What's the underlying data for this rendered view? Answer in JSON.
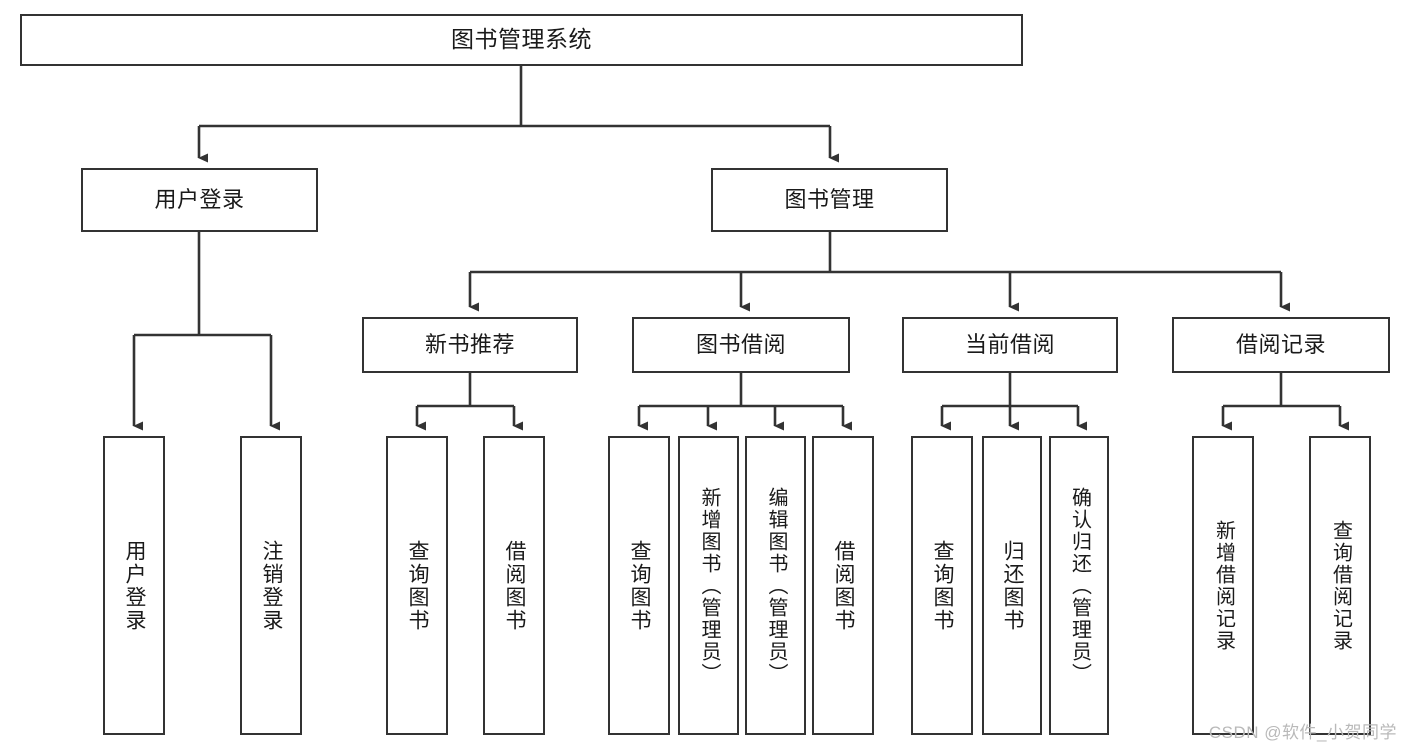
{
  "diagram": {
    "title": "图书管理系统",
    "type": "tree-hierarchy",
    "colors": {
      "box_border": "#333333",
      "box_fill": "#ffffff",
      "edge": "#333333",
      "text": "#1a1a1a",
      "watermark": "#b9b9b9",
      "background": "#ffffff"
    },
    "watermark": "CSDN @软件_小贺同学"
  },
  "nodes": {
    "root": {
      "label": "图书管理系统",
      "level": 1
    },
    "level2": [
      {
        "id": "user-login",
        "label": "用户登录",
        "level": 2
      },
      {
        "id": "book-manage",
        "label": "图书管理",
        "level": 2
      }
    ],
    "level3": [
      {
        "id": "new-book-recommend",
        "label": "新书推荐",
        "level": 3
      },
      {
        "id": "book-borrow",
        "label": "图书借阅",
        "level": 3
      },
      {
        "id": "current-borrow",
        "label": "当前借阅",
        "level": 3
      },
      {
        "id": "borrow-record",
        "label": "借阅记录",
        "level": 3
      }
    ],
    "leaves": {
      "user-login": [
        {
          "id": "leaf-user-login",
          "label": "用户登录"
        },
        {
          "id": "leaf-logout-login",
          "label": "注销登录"
        }
      ],
      "new-book-recommend": [
        {
          "id": "leaf-query-book-1",
          "label": "查询图书"
        },
        {
          "id": "leaf-borrow-book-1",
          "label": "借阅图书"
        }
      ],
      "book-borrow": [
        {
          "id": "leaf-query-book-2",
          "label": "查询图书"
        },
        {
          "id": "leaf-add-book",
          "label": "新增图书（管理员）"
        },
        {
          "id": "leaf-edit-book",
          "label": "编辑图书（管理员）"
        },
        {
          "id": "leaf-borrow-book-2",
          "label": "借阅图书"
        }
      ],
      "current-borrow": [
        {
          "id": "leaf-query-book-3",
          "label": "查询图书"
        },
        {
          "id": "leaf-return-book",
          "label": "归还图书"
        },
        {
          "id": "leaf-confirm-return",
          "label": "确认归还（管理员）"
        }
      ],
      "borrow-record": [
        {
          "id": "leaf-add-record",
          "label": "新增借阅记录"
        },
        {
          "id": "leaf-query-record",
          "label": "查询借阅记录"
        }
      ]
    }
  }
}
